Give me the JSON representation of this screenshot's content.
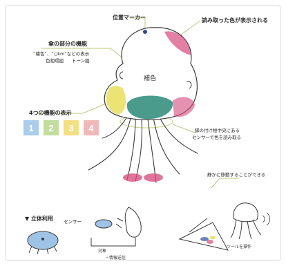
{
  "labels": {
    "position_marker": "位置マーカー",
    "color_read_display": "読み取った色が表示される",
    "umbrella_title": "傘の部分の機能",
    "umbrella_line1": "“補色”、“○km”などの表示",
    "umbrella_line2_a": "色相環図",
    "umbrella_line2_b": "トーン図",
    "four_functions": "4つの機能の表示",
    "sensor_note_line1": "脚の付け根中央にある",
    "sensor_note_line2": "センサーで色を読み取る",
    "quiet_move": "静かに移動することができる",
    "standing_use": "▼ 立体利用",
    "sensor": "センサー"
  },
  "handwriting": {
    "body_text": "補色",
    "target": "対象",
    "send_info": "・情報送信",
    "tool_operation": "ツールを操作"
  },
  "function_boxes": [
    {
      "label": "1",
      "color": "#a9cdea"
    },
    {
      "label": "2",
      "color": "#c3dd9f"
    },
    {
      "label": "3",
      "color": "#f3df84"
    },
    {
      "label": "4",
      "color": "#f0b9b9"
    }
  ],
  "colors": {
    "magenta": "#d6487a",
    "teal": "#2a8a78",
    "yellow": "#e6da4a",
    "green_lead": "#b9c77a",
    "outline": "#3a3a3a",
    "blue_dot": "#2e4a9c"
  }
}
